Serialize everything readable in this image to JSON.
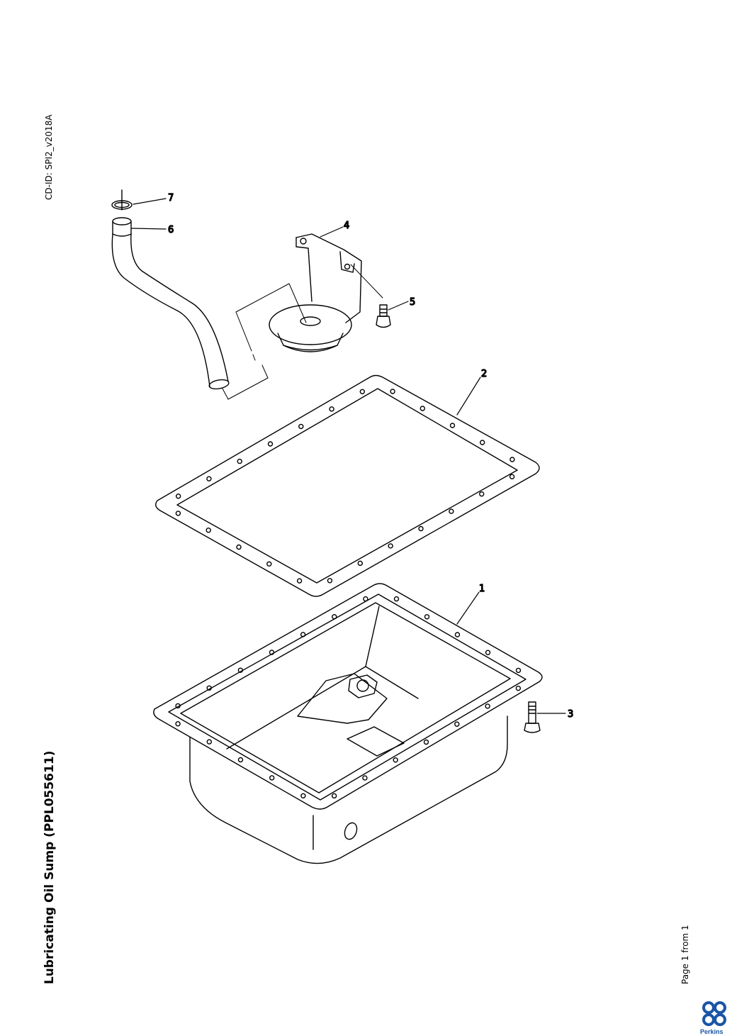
{
  "header": {
    "cd_id": "CD-ID: SPI2_v2018A"
  },
  "document": {
    "title": "Lubricating Oil Sump (PPL055611)"
  },
  "footer": {
    "page": "Page 1 from 1",
    "brand": "Perkins"
  },
  "callouts": [
    "1",
    "2",
    "3",
    "4",
    "5",
    "6",
    "7"
  ],
  "colors": {
    "line": "#000000",
    "brand": "#1a55a6"
  },
  "icons": {
    "logo": "perkins-logo-icon"
  }
}
